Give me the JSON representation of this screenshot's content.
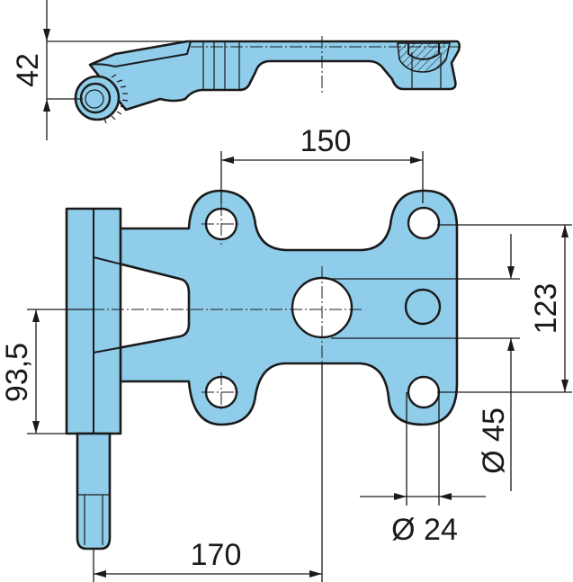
{
  "drawing": {
    "dimensions": {
      "thickness": "42",
      "hole_spacing_horizontal": "150",
      "hole_spacing_vertical": "123",
      "pin_height": "93,5",
      "pin_to_center": "170",
      "bore_diameter": "Ø 45",
      "hole_diameter": "Ø 24"
    },
    "colors": {
      "part_fill": "#8fcdea",
      "line": "#1a1a1a"
    }
  }
}
